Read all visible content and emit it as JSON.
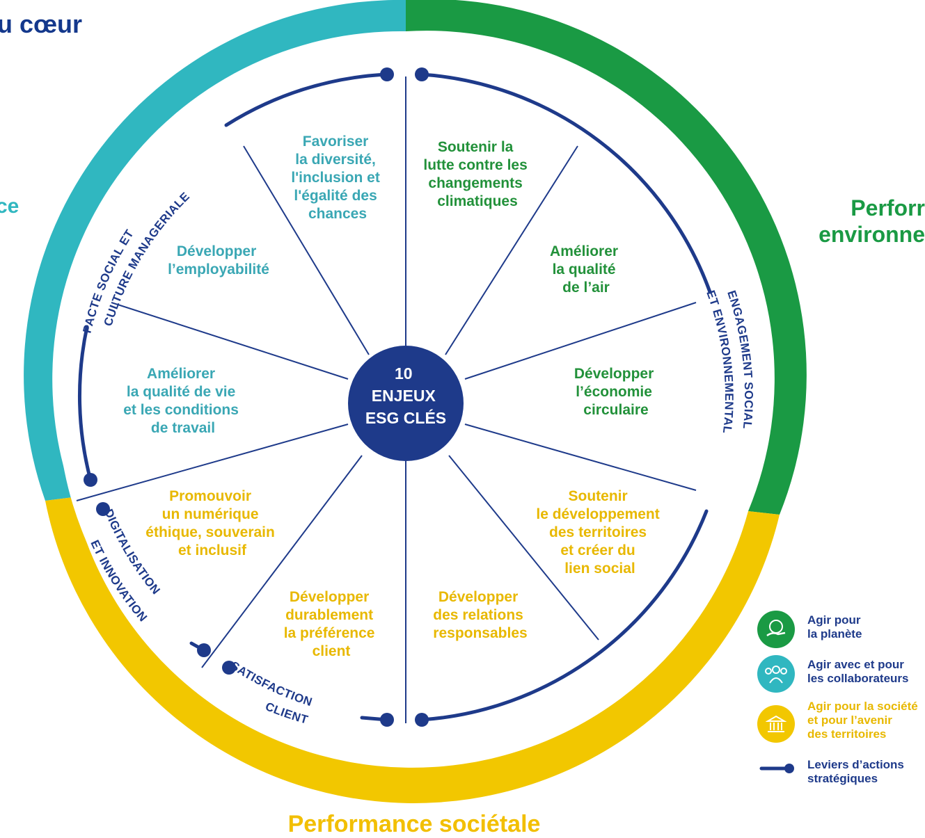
{
  "labels": {
    "top_left": "u cœur",
    "left": "ce",
    "right_line1": "Perforr",
    "right_line2": "environne",
    "bottom": "Performance sociétale"
  },
  "center": {
    "line1": "10",
    "line2": "ENJEUX",
    "line3": "ESG CLÉS"
  },
  "outer_ring": {
    "planet": "AGIR POUR LA PLANÈTE",
    "collaborators": "AGIR AVEC ET POUR LES COLLABORATEURS",
    "society": "AGIR POUR LA SOCIÉTÉ ET POUR L’AVENIR DES TERRITOIRES"
  },
  "levers": {
    "pacte_line1": "PACTE SOCIAL ET",
    "pacte_line2": "CULTURE MANAGERIALE",
    "engagement_line1": "ENGAGEMENT SOCIAL",
    "engagement_line2": "ET ENVIRONNEMENTAL",
    "digital_line1": "DIGITALISATION",
    "digital_line2": "ET INNOVATION",
    "satisfaction_line1": "SATISFACTION",
    "satisfaction_line2": "CLIENT"
  },
  "segments": {
    "diversite": [
      "Favoriser",
      "la diversité,",
      "l'inclusion et",
      "l'égalité des",
      "chances"
    ],
    "climat": [
      "Soutenir la",
      "lutte contre les",
      "changements",
      "climatiques"
    ],
    "air": [
      "Améliorer",
      "la qualité",
      "de l’air"
    ],
    "circulaire": [
      "Développer",
      "l’économie",
      "circulaire"
    ],
    "territoires": [
      "Soutenir",
      "le développement",
      "des territoires",
      "et créer du",
      "lien social"
    ],
    "relations": [
      "Développer",
      "des relations",
      "responsables"
    ],
    "preference": [
      "Développer",
      "durablement",
      "la préférence",
      "client"
    ],
    "numerique": [
      "Promouvoir",
      "un numérique",
      "éthique, souverain",
      "et inclusif"
    ],
    "qualite_vie": [
      "Améliorer",
      "la qualité de vie",
      "et les conditions",
      "de travail"
    ],
    "employabilite": [
      "Développer",
      "l’employabilité"
    ]
  },
  "legend": [
    {
      "line1": "Agir pour",
      "line2": "la planète",
      "line3": "",
      "icon": "planet-hand-icon"
    },
    {
      "line1": "Agir avec et pour",
      "line2": "les collaborateurs",
      "line3": "",
      "icon": "people-icon"
    },
    {
      "line1": "Agir pour la société",
      "line2": "et pour l’avenir",
      "line3": "des territoires",
      "icon": "building-icon"
    },
    {
      "line1": "Leviers d’actions",
      "line2": "stratégiques",
      "line3": "",
      "icon": "lever-line-icon"
    }
  ],
  "colors": {
    "green": "#1a9a44",
    "teal": "#30b7c0",
    "yellow": "#f2c700",
    "navy": "#1e3a8a",
    "segment_teal": "#3aa7b4",
    "segment_green": "#22913a",
    "segment_yellow": "#e8b800"
  }
}
